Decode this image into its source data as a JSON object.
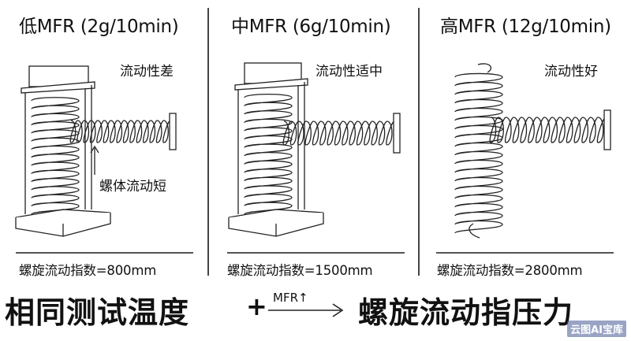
{
  "panels": [
    {
      "title": "低MFR (2g/10min)",
      "flow": "流动性差",
      "index": "螺旋流动指数=800mm"
    },
    {
      "title": "中MFR (6g/10min)",
      "flow": "流动性适中",
      "index": "螺旋流动指数=1500mm"
    },
    {
      "title": "高MFR (12g/10min)",
      "flow": "流动性好",
      "index": "螺旋流动指数=2800mm"
    }
  ],
  "annotation": "螺体流动短",
  "bottom": {
    "left": "相同测试温度",
    "plus": "+",
    "arrow_label": "MFR↑",
    "right": "螺旋流动指压力"
  },
  "watermark": "云图AI宝库",
  "colors": {
    "line": "#222222",
    "text": "#111111"
  }
}
